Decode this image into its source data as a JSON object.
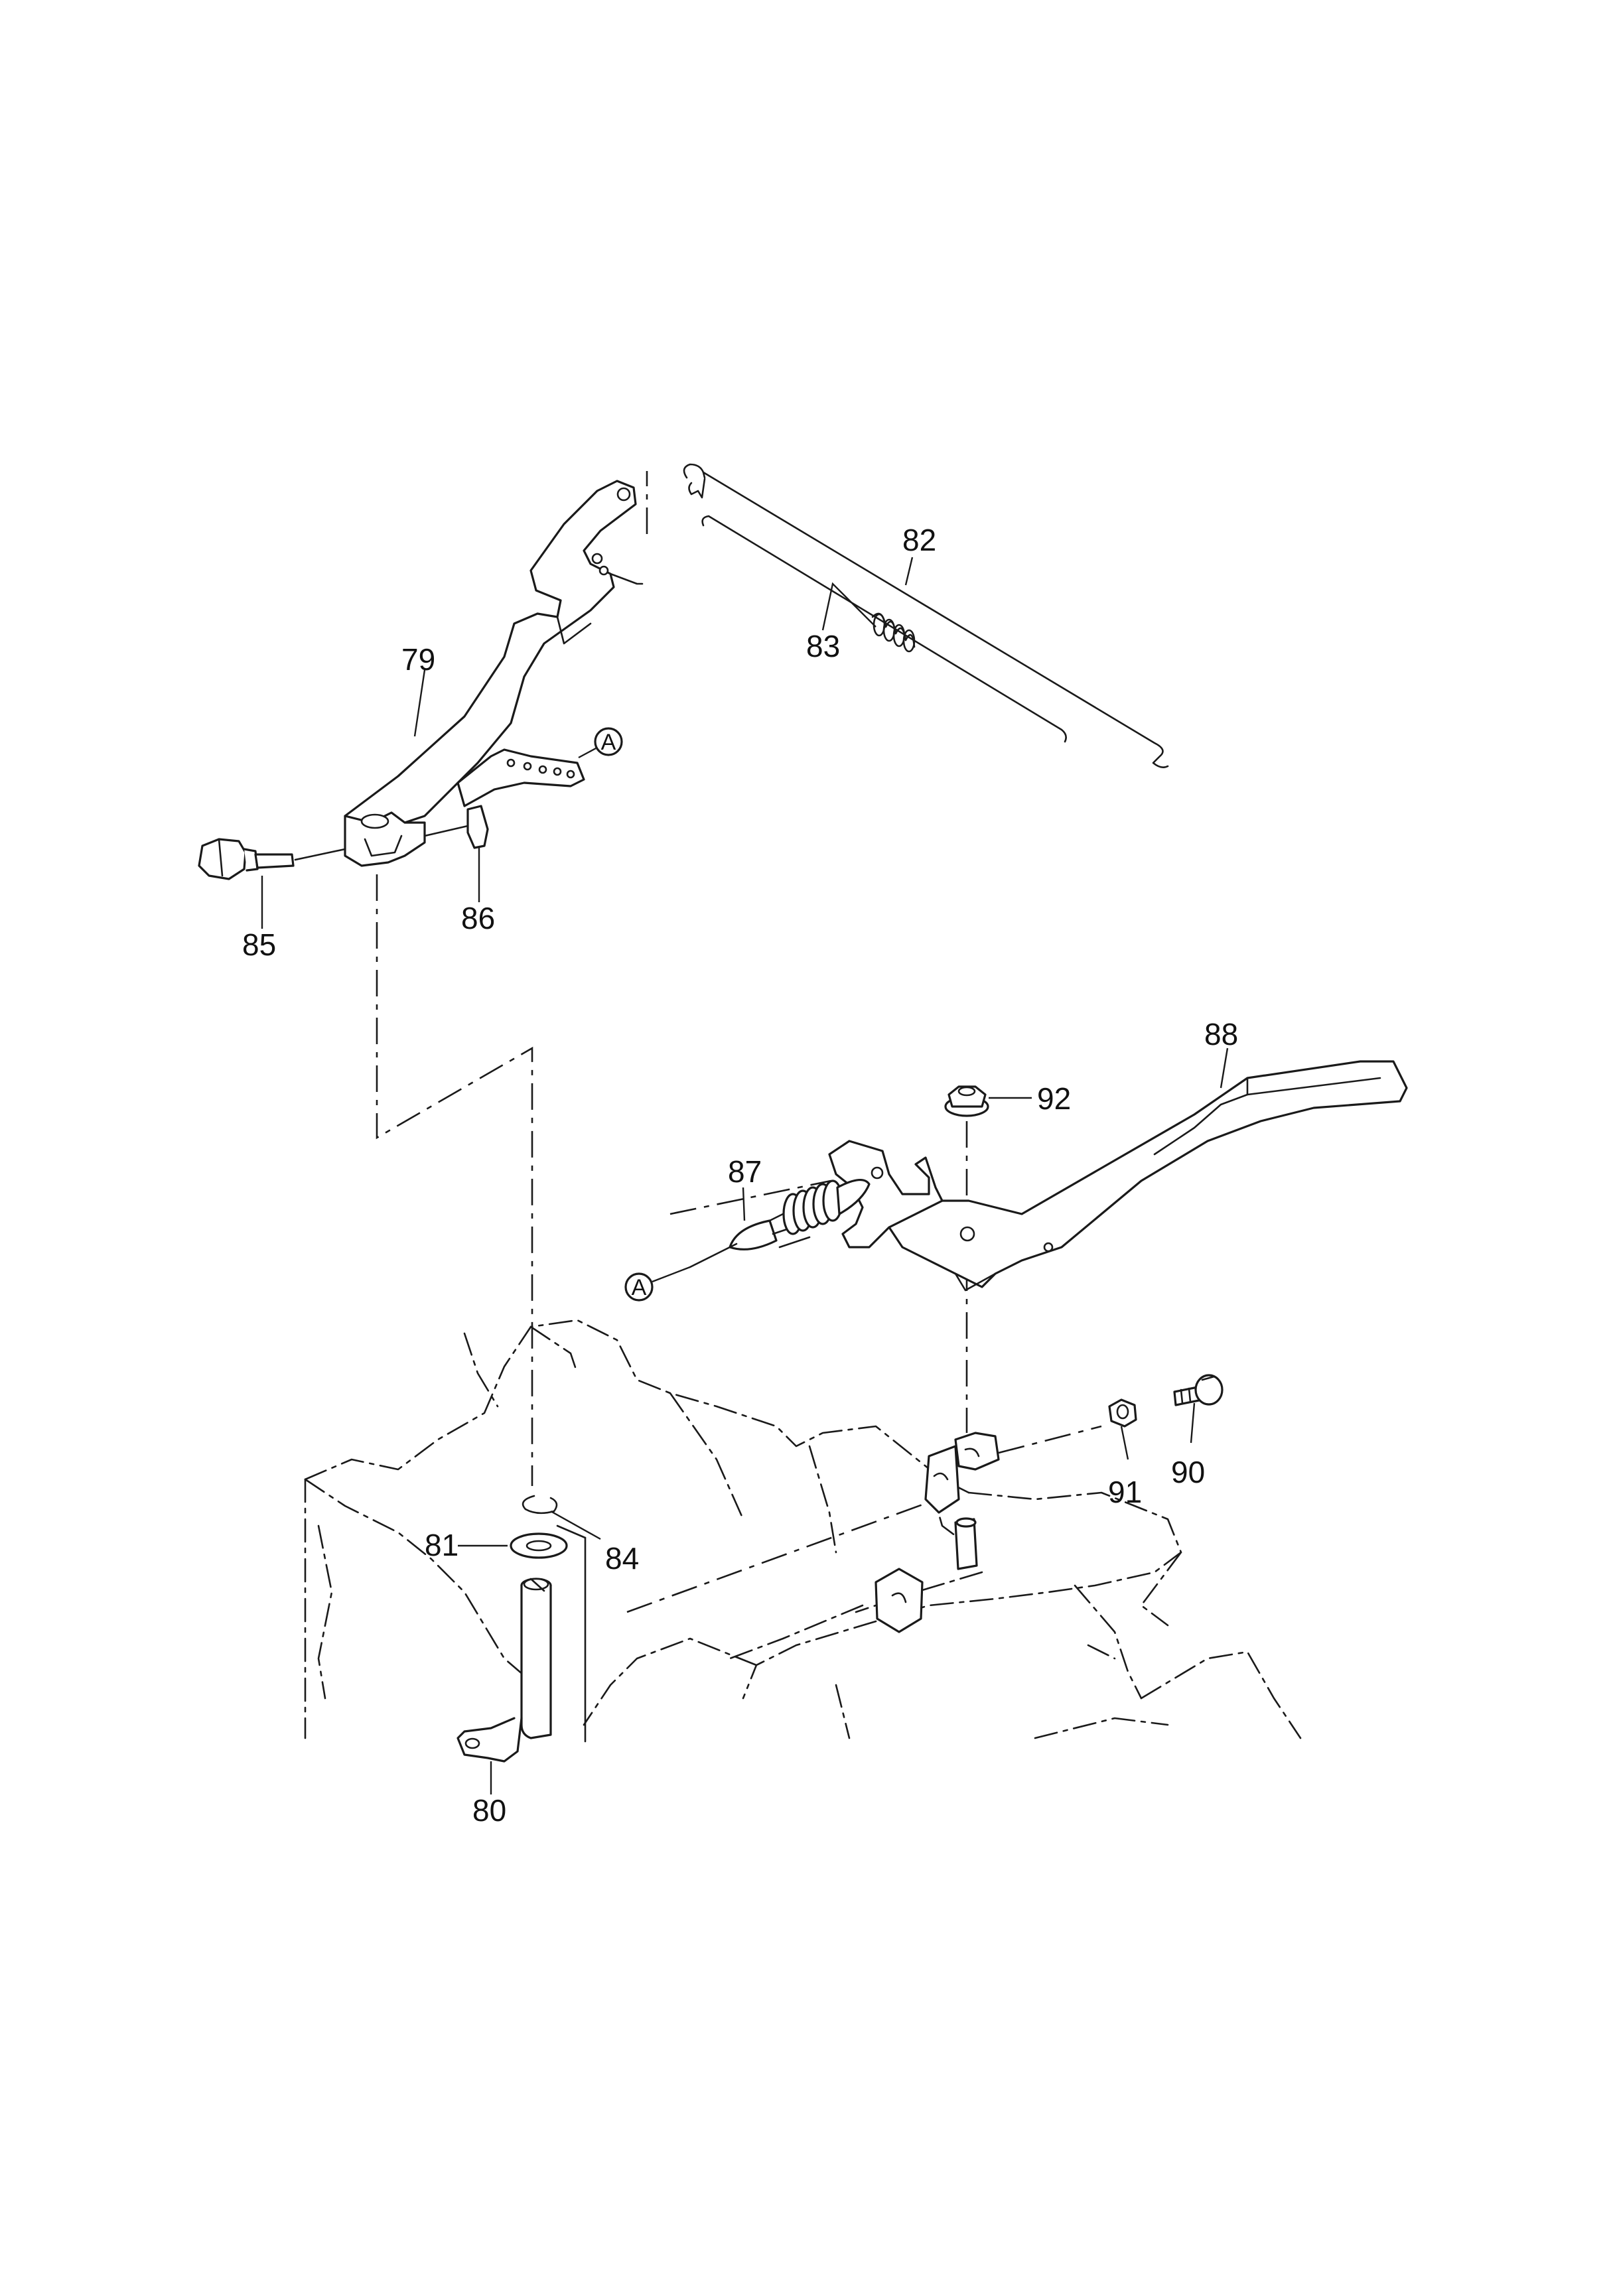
{
  "parts": [
    {
      "id": "79",
      "label": "79"
    },
    {
      "id": "80",
      "label": "80"
    },
    {
      "id": "81",
      "label": "81"
    },
    {
      "id": "82",
      "label": "82"
    },
    {
      "id": "83",
      "label": "83"
    },
    {
      "id": "84",
      "label": "84"
    },
    {
      "id": "85",
      "label": "85"
    },
    {
      "id": "86",
      "label": "86"
    },
    {
      "id": "87",
      "label": "87"
    },
    {
      "id": "88",
      "label": "88"
    },
    {
      "id": "90",
      "label": "90"
    },
    {
      "id": "91",
      "label": "91"
    },
    {
      "id": "92",
      "label": "92"
    }
  ],
  "references": {
    "marker_a_top": "A",
    "marker_a_spring": "A"
  }
}
